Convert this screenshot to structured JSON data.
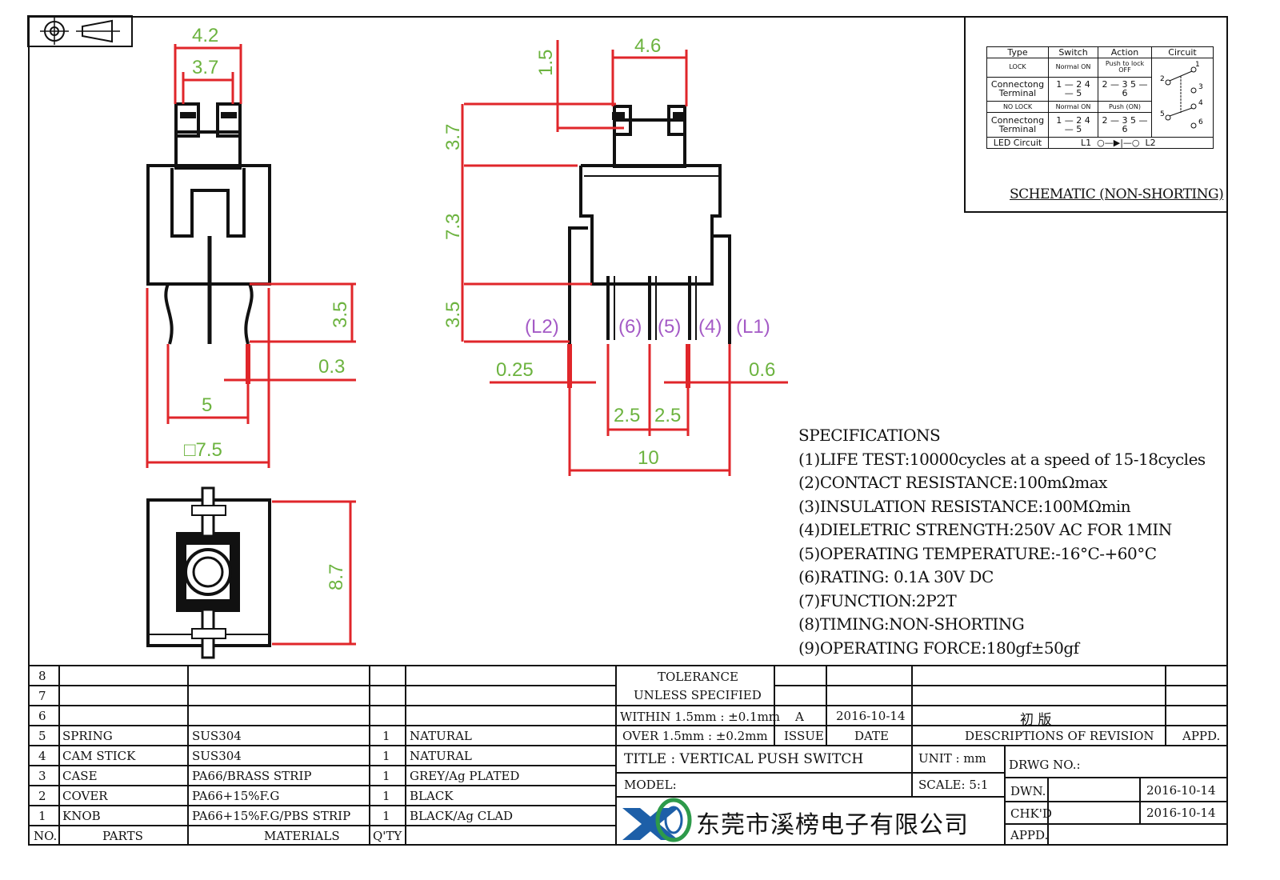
{
  "dimensions": {
    "d42": "4.2",
    "d37": "3.7",
    "d35a": "3.5",
    "d03": "0.3",
    "d5": "5",
    "d75": "□7.5",
    "d15": "1.5",
    "d46": "4.6",
    "d37b": "3.7",
    "d73": "7.3",
    "d35b": "3.5",
    "d025": "0.25",
    "d06": "0.6",
    "d25a": "2.5",
    "d25b": "2.5",
    "d10": "10",
    "d87": "8.7"
  },
  "pins": {
    "l2": "(L2)",
    "p6": "(6)",
    "p5": "(5)",
    "p4": "(4)",
    "l1": "(L1)"
  },
  "schematic": {
    "title": "SCHEMATIC (NON-SHORTING)",
    "headers": [
      "Type",
      "Switch",
      "Action",
      "Circuit"
    ],
    "lock": "LOCK",
    "lock_switch": "Normal ON",
    "lock_action": "Push to lock OFF",
    "conn1": "Connectong Terminal",
    "conn1_switch": "1 — 2 4 — 5",
    "conn1_action": "2 — 3 5 — 6",
    "nolock": "NO LOCK",
    "nolock_switch": "Normal ON",
    "nolock_action": "Push (ON)",
    "conn2": "Connectong Terminal",
    "conn2_switch": "1 — 2 4 — 5",
    "conn2_action": "2 — 3 5 — 6",
    "led": "LED  Circuit",
    "led_l1": "L1",
    "led_l2": "L2",
    "circuit_nums": [
      "1",
      "2",
      "3",
      "4",
      "5",
      "6"
    ]
  },
  "specs": {
    "heading": "SPECIFICATIONS",
    "items": [
      "(1)LIFE TEST:10000cycles at a speed of 15-18cycles",
      "(2)CONTACT RESISTANCE:100mΩmax",
      "(3)INSULATION RESISTANCE:100MΩmin",
      "(4)DIELETRIC STRENGTH:250V AC FOR 1MIN",
      "(5)OPERATING TEMPERATURE:-16°C-+60°C",
      "(6)RATING: 0.1A 30V DC",
      "(7)FUNCTION:2P2T",
      "(8)TIMING:NON-SHORTING",
      "(9)OPERATING FORCE:180gf±50gf"
    ]
  },
  "bom": {
    "rows": [
      {
        "no": "8",
        "part": "",
        "material": "",
        "qty": "",
        "finish": ""
      },
      {
        "no": "7",
        "part": "",
        "material": "",
        "qty": "",
        "finish": ""
      },
      {
        "no": "6",
        "part": "",
        "material": "",
        "qty": "",
        "finish": ""
      },
      {
        "no": "5",
        "part": "SPRING",
        "material": "SUS304",
        "qty": "1",
        "finish": "NATURAL"
      },
      {
        "no": "4",
        "part": "CAM STICK",
        "material": "SUS304",
        "qty": "1",
        "finish": "NATURAL"
      },
      {
        "no": "3",
        "part": "CASE",
        "material": "PA66/BRASS STRIP",
        "qty": "1",
        "finish": "GREY/Ag PLATED"
      },
      {
        "no": "2",
        "part": "COVER",
        "material": "PA66+15%F.G",
        "qty": "1",
        "finish": "BLACK"
      },
      {
        "no": "1",
        "part": "KNOB",
        "material": "PA66+15%F.G/PBS STRIP",
        "qty": "1",
        "finish": "BLACK/Ag CLAD"
      }
    ],
    "header": {
      "no": "NO.",
      "part": "PARTS",
      "material": "MATERIALS",
      "qty": "Q'TY"
    }
  },
  "titleblock": {
    "tolerance": "TOLERANCE",
    "unless": "UNLESS SPECIFIED",
    "within": "WITHIN 1.5mm : ±0.1mm",
    "over": "OVER 1.5mm : ±0.2mm",
    "rev": "A",
    "rev_date": "2016-10-14",
    "rev_desc": "初  版",
    "issue": "ISSUE",
    "date": "DATE",
    "desc": "DESCRIPTIONS OF REVISION",
    "appd_h": "APPD.",
    "title": "TITLE :  VERTICAL PUSH SWITCH",
    "unit": "UNIT :  mm",
    "drwg": "DRWG NO.:",
    "model": "MODEL:",
    "scale": "SCALE:  5:1",
    "dwn": "DWN.",
    "dwn_date": "2016-10-14",
    "chkd": "CHK'D",
    "chkd_date": "2016-10-14",
    "appd": "APPD.",
    "company": "东莞市溪榜电子有限公司"
  }
}
